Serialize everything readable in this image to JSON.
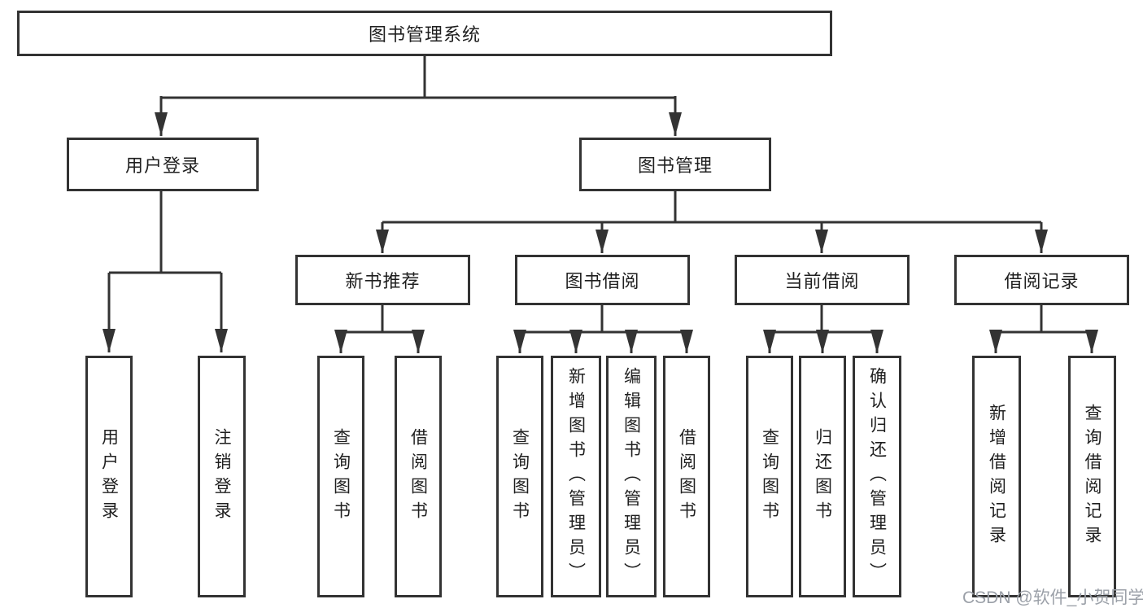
{
  "colors": {
    "line": "#333333",
    "box_border": "#333333",
    "text": "#1f1f1f",
    "watermark": "#9ba0a8",
    "background": "#ffffff"
  },
  "watermark": "CSDN @软件_小贺同学",
  "tree": {
    "root": "图书管理系统",
    "user_login": {
      "label": "用户登录",
      "leaves": [
        "用户登录",
        "注销登录"
      ]
    },
    "book_mgmt": {
      "label": "图书管理",
      "groups": [
        {
          "label": "新书推荐",
          "leaves": [
            "查询图书",
            "借阅图书"
          ]
        },
        {
          "label": "图书借阅",
          "leaves": [
            "查询图书",
            "新增图书（管理员）",
            "编辑图书（管理员）",
            "借阅图书"
          ]
        },
        {
          "label": "当前借阅",
          "leaves": [
            "查询图书",
            "归还图书",
            "确认归还（管理员）"
          ]
        },
        {
          "label": "借阅记录",
          "leaves": [
            "新增借阅记录",
            "查询借阅记录"
          ]
        }
      ]
    }
  }
}
